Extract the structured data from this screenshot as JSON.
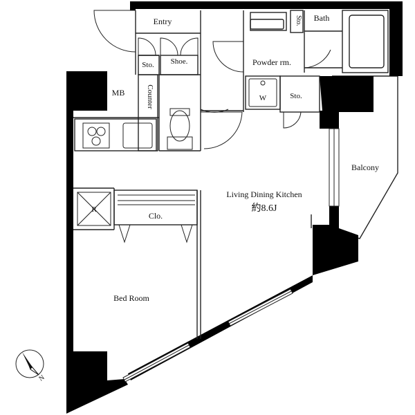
{
  "rooms": {
    "entry": "Entry",
    "storage_entry": "Sto.",
    "shoe": "Shoe.",
    "storage_bath": "Sto.",
    "bath": "Bath",
    "powder_room": "Powder rm.",
    "washer": "W",
    "storage_hall": "Sto.",
    "counter": "Counter",
    "mb": "MB",
    "ldk": "Living Dining Kitchen",
    "ldk_area": "約8.6J",
    "balcony": "Balcony",
    "refrigerator": "R",
    "closet": "Clo.",
    "bedroom": "Bed Room"
  },
  "compass": {
    "north": "N"
  }
}
